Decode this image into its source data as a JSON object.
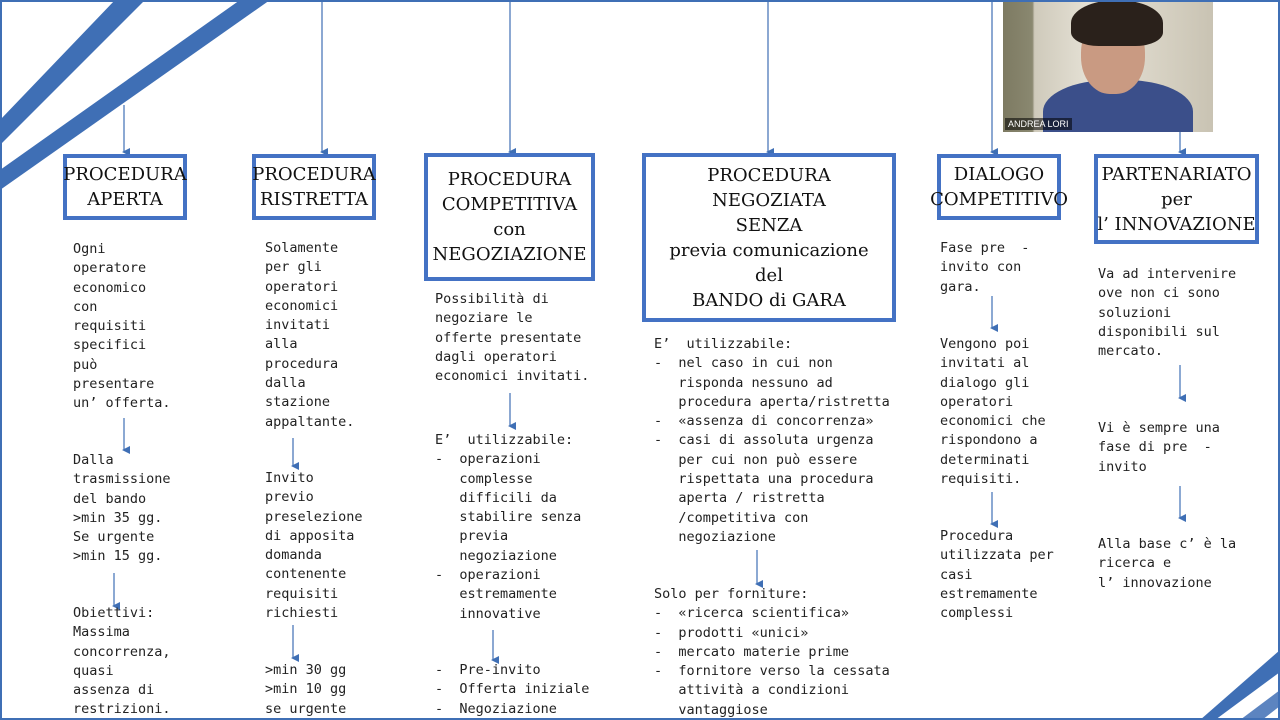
{
  "participant": {
    "name": "ANDREA LORI"
  },
  "colors": {
    "accent": "#4472c4",
    "line": "#3f6fb5"
  },
  "boxes": [
    {
      "id": "aperta",
      "lines": [
        "PROCEDURA",
        "APERTA"
      ]
    },
    {
      "id": "ristretta",
      "lines": [
        "PROCEDURA",
        "RISTRETTA"
      ]
    },
    {
      "id": "competitiva",
      "lines": [
        "PROCEDURA",
        "COMPETITIVA",
        "con",
        "NEGOZIAZIONE"
      ]
    },
    {
      "id": "negoziata",
      "lines": [
        "PROCEDURA",
        "NEGOZIATA",
        "SENZA",
        "previa comunicazione",
        "del",
        "BANDO di GARA"
      ]
    },
    {
      "id": "dialogo",
      "lines": [
        "DIALOGO",
        "COMPETITIVO"
      ]
    },
    {
      "id": "partenariato",
      "lines": [
        "PARTENARIATO",
        "per",
        "l’ INNOVAZIONE"
      ]
    }
  ],
  "columns": {
    "aperta": {
      "a": [
        "Ogni",
        "operatore",
        "economico",
        "con",
        "requisiti",
        "specifici",
        "può",
        "presentare",
        "un’ offerta."
      ],
      "b": [
        "Dalla",
        "trasmissione",
        "del bando",
        ">min 35 gg.",
        "Se urgente",
        ">min 15 gg."
      ],
      "c": [
        "Obiettivi:",
        "Massima",
        "concorrenza,",
        "quasi",
        "assenza di",
        "restrizioni."
      ]
    },
    "ristretta": {
      "a": [
        "Solamente",
        "per gli",
        "operatori",
        "economici",
        "invitati",
        "alla",
        "procedura",
        "dalla",
        "stazione",
        "appaltante."
      ],
      "b": [
        "Invito",
        "previo",
        "preselezione",
        "di apposita",
        "domanda",
        "contenente",
        "requisiti",
        "richiesti"
      ],
      "c": [
        ">min 30 gg",
        ">min 10 gg",
        "se urgente"
      ]
    },
    "competitiva": {
      "a": [
        "Possibilità di",
        "negoziare le",
        "offerte presentate",
        "dagli operatori",
        "economici invitati."
      ],
      "b": [
        "E’  utilizzabile:",
        "-  operazioni",
        "   complesse",
        "   difficili da",
        "   stabilire senza",
        "   previa",
        "   negoziazione",
        "-  operazioni",
        "   estremamente",
        "   innovative"
      ],
      "c": [
        "-  Pre-invito",
        "-  Offerta iniziale",
        "-  Negoziazione"
      ]
    },
    "negoziata": {
      "a": [
        "E’  utilizzabile:",
        "-  nel caso in cui non",
        "   risponda nessuno ad",
        "   procedura aperta/ristretta",
        "-  «assenza di concorrenza»",
        "-  casi di assoluta urgenza",
        "   per cui non può essere",
        "   rispettata una procedura",
        "   aperta / ristretta",
        "   /competitiva con",
        "   negoziazione"
      ],
      "b": [
        "Solo per forniture:",
        "-  «ricerca scientifica»",
        "-  prodotti «unici»",
        "-  mercato materie prime",
        "-  fornitore verso la cessata",
        "   attività a condizioni",
        "   vantaggiose"
      ]
    },
    "dialogo": {
      "a": [
        "Fase pre  -",
        "invito con",
        "gara."
      ],
      "b": [
        "Vengono poi",
        "invitati al",
        "dialogo gli",
        "operatori",
        "economici che",
        "rispondono a",
        "determinati",
        "requisiti."
      ],
      "c": [
        "Procedura",
        "utilizzata per",
        "casi",
        "estremamente",
        "complessi"
      ]
    },
    "partenariato": {
      "a": [
        "Va ad intervenire",
        "ove non ci sono",
        "soluzioni",
        "disponibili sul",
        "mercato."
      ],
      "b": [
        "Vi è sempre una",
        "fase di pre  -",
        "invito"
      ],
      "c": [
        "Alla base c’ è la",
        "ricerca e",
        "l’ innovazione"
      ]
    }
  }
}
